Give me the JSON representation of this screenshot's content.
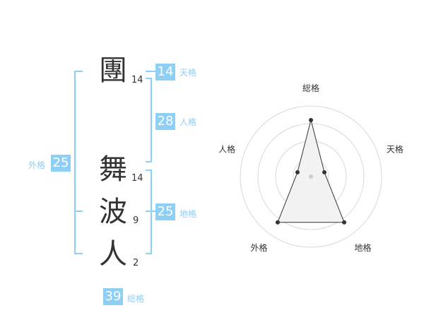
{
  "characters": [
    {
      "char": "團",
      "strokes": "14"
    },
    {
      "char": "舞",
      "strokes": "14"
    },
    {
      "char": "波",
      "strokes": "9"
    },
    {
      "char": "人",
      "strokes": "2"
    }
  ],
  "fortunes": {
    "tenkaku": {
      "label": "天格",
      "value": "14"
    },
    "jinkaku": {
      "label": "人格",
      "value": "28"
    },
    "chikaku": {
      "label": "地格",
      "value": "25"
    },
    "gaikaku": {
      "label": "外格",
      "value": "25"
    },
    "soukaku": {
      "label": "総格",
      "value": "39"
    }
  },
  "accent_color": "#8ecff5",
  "chart_data": {
    "type": "radar",
    "axes": [
      "総格",
      "天格",
      "地格",
      "外格",
      "人格"
    ],
    "values": [
      4,
      1,
      4,
      4,
      1
    ],
    "rmax": 5,
    "rings": 4
  }
}
